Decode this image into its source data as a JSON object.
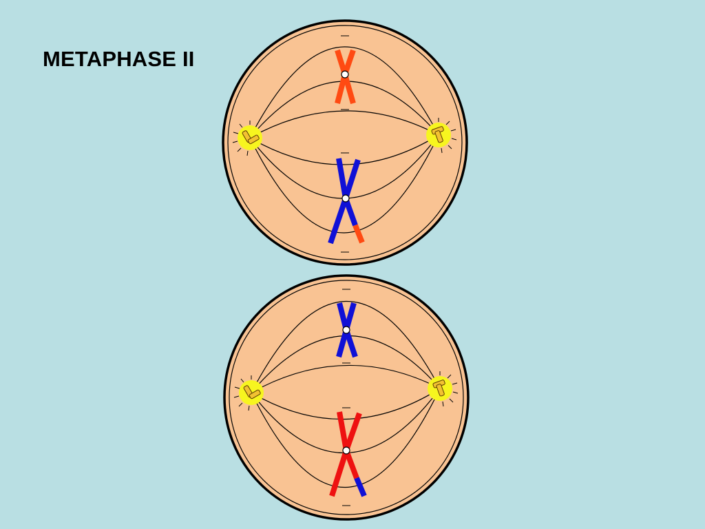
{
  "slide": {
    "title": "METAPHASE II",
    "background_color": "#b9dfe3"
  },
  "colors": {
    "cytoplasm": "#f9c393",
    "membrane": "#000000",
    "spindle": "#000000",
    "centrosome": "#f7f51f",
    "centriole": "#f2c232",
    "maternal": "#ff4a12",
    "paternal": "#1010d6",
    "red_chromosome": "#ee1111",
    "centromere": "#ffffff"
  },
  "cells": [
    {
      "name": "cell-top",
      "chromosomes": [
        {
          "name": "chromosome-orange",
          "color": "#ff4a12",
          "size": "small",
          "crossover_segment": null
        },
        {
          "name": "chromosome-blue",
          "color": "#1010d6",
          "size": "large",
          "crossover_segment": "#ff4a12"
        }
      ]
    },
    {
      "name": "cell-bottom",
      "chromosomes": [
        {
          "name": "chromosome-blue",
          "color": "#1010d6",
          "size": "small",
          "crossover_segment": null
        },
        {
          "name": "chromosome-red",
          "color": "#ee1111",
          "size": "large",
          "crossover_segment": "#1010d6"
        }
      ]
    }
  ]
}
